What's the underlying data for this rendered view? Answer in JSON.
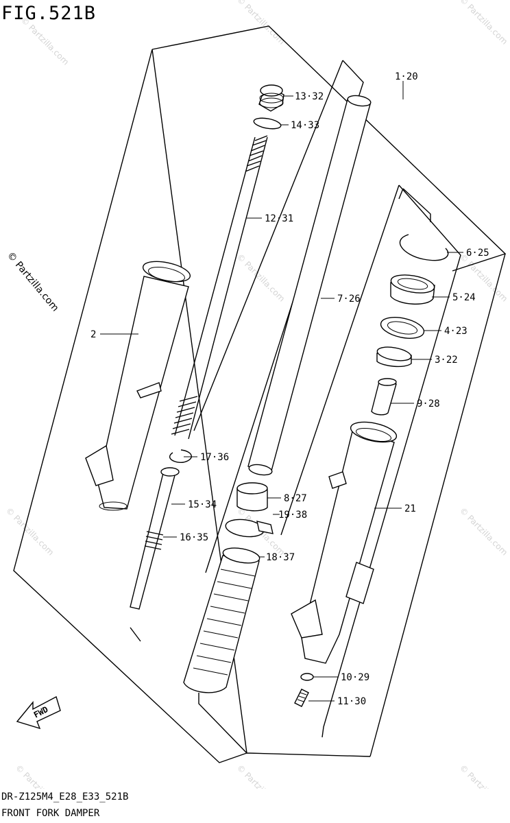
{
  "figure": {
    "title": "FIG.521B",
    "code": "DR-Z125M4_E28_E33_521B",
    "name": "FRONT FORK DAMPER"
  },
  "watermark": {
    "main": "© Partzilla.com",
    "faint": "© Partzilla.com"
  },
  "callouts": [
    {
      "id": "1",
      "text": "1·20"
    },
    {
      "id": "2",
      "text": "2"
    },
    {
      "id": "3",
      "text": "3·22"
    },
    {
      "id": "4",
      "text": "4·23"
    },
    {
      "id": "5",
      "text": "5·24"
    },
    {
      "id": "6",
      "text": "6·25"
    },
    {
      "id": "7",
      "text": "7·26"
    },
    {
      "id": "8",
      "text": "8·27"
    },
    {
      "id": "9",
      "text": "9·28"
    },
    {
      "id": "10",
      "text": "10·29"
    },
    {
      "id": "11",
      "text": "11·30"
    },
    {
      "id": "12",
      "text": "12·31"
    },
    {
      "id": "13",
      "text": "13·32"
    },
    {
      "id": "14",
      "text": "14·33"
    },
    {
      "id": "15",
      "text": "15·34"
    },
    {
      "id": "16",
      "text": "16·35"
    },
    {
      "id": "17",
      "text": "17·36"
    },
    {
      "id": "18",
      "text": "18·37"
    },
    {
      "id": "19",
      "text": "19·38"
    },
    {
      "id": "21",
      "text": "21"
    }
  ],
  "fwd_label": "FWD"
}
